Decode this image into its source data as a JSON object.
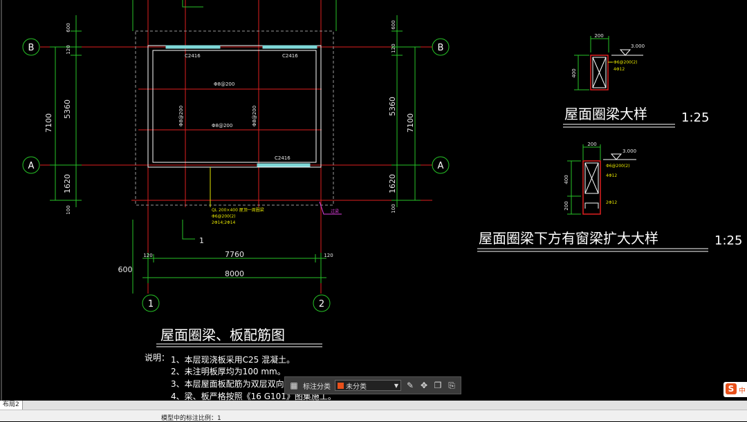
{
  "drawing": {
    "plan_title": "屋面圈梁、板配筋图",
    "notes_label": "说明：",
    "notes": [
      "1、本层现浇板采用C25 混凝土。",
      "2、未注明板厚均为100 mm。",
      "3、本层屋面板配筋为双层双向Φ8 @",
      "4、梁、板严格按照《16 G101》图集施工。"
    ],
    "axis_labels": {
      "B": "B",
      "A": "A",
      "one": "1",
      "two": "2"
    },
    "section_mark_one": "1",
    "dims": {
      "top_600": "600",
      "top_120": "120",
      "mid_5360": "5360",
      "total_7100": "7100",
      "low_1620": "1620",
      "bot_100": "100",
      "h_120": "120",
      "h_7760": "7760",
      "h_8000": "8000",
      "h_600": "600"
    },
    "rebar_labels": {
      "window_1": "C2416",
      "window_2": "C2416",
      "window_3": "C2416",
      "top_span": "Φ8@200",
      "mid_span": "Φ8@200",
      "vert_left": "Φ8@200",
      "vert_right": "Φ8@200",
      "beam_note_1": "QL 200×400 屋顶一周圈梁",
      "beam_note_2": "Φ6@200(2)",
      "beam_note_3": "2Φ14;2Φ14",
      "pink_tag": "过梁"
    },
    "detail1": {
      "title": "屋面圈梁大样",
      "scale": "1:25",
      "width": "200",
      "height": "400",
      "level": "3.000",
      "stirrup": "Φ6@200(2)",
      "bars": "4Φ12"
    },
    "detail2": {
      "title": "屋面圈梁下方有窗梁扩大大样",
      "scale": "1:25",
      "width": "200",
      "height": "400",
      "lower": "200",
      "level": "3.000",
      "stirrup": "Φ6@200(2)",
      "bars": "4Φ12",
      "bars2": "2Φ12"
    }
  },
  "toolbar": {
    "label": "标注分类",
    "select_value": "未分类",
    "icons": [
      "grid-icon",
      "edit-icon",
      "move-icon",
      "copy-icon",
      "paste-icon"
    ]
  },
  "tabs": {
    "layout": "布局2"
  },
  "status": {
    "text": "模型中的标注比例：1"
  },
  "ime": {
    "logo": "S",
    "text": "中"
  }
}
